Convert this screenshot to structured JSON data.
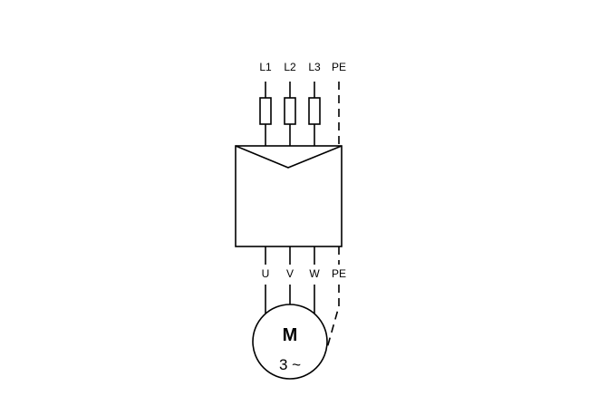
{
  "supply_labels": [
    "L1",
    "L2",
    "L3",
    "PE"
  ],
  "output_labels": [
    "U",
    "V",
    "W",
    "PE"
  ],
  "motor": {
    "symbol": "M",
    "phase_label": "3 ~"
  }
}
